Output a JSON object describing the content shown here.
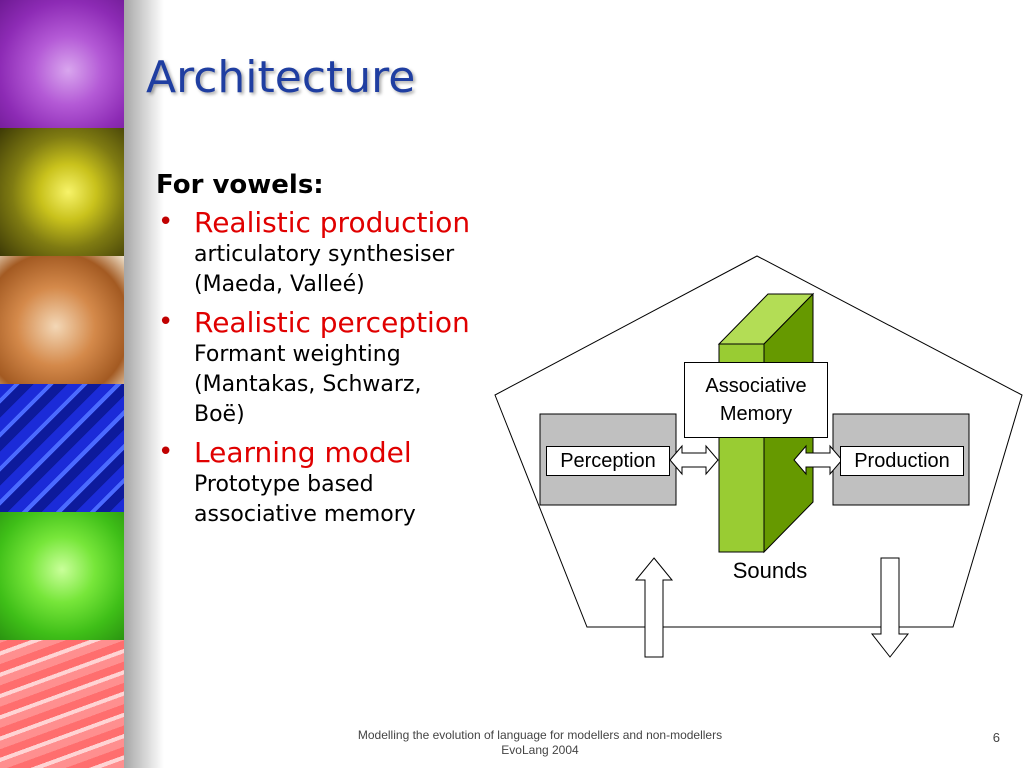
{
  "slide": {
    "title": "Architecture",
    "heading": "For vowels:",
    "bullets": [
      {
        "main": "Realistic production",
        "sub1": "articulatory synthesiser",
        "sub2": "(Maeda, Valleé)",
        "sub3": ""
      },
      {
        "main": "Realistic perception",
        "sub1": "Formant weighting",
        "sub2": "(Mantakas, Schwarz,",
        "sub3": "Boë)"
      },
      {
        "main": "Learning model",
        "sub1": "Prototype based",
        "sub2": "associative memory",
        "sub3": ""
      }
    ]
  },
  "diagram": {
    "memory_line1": "Associative",
    "memory_line2": "Memory",
    "perception": "Perception",
    "production": "Production",
    "sounds": "Sounds",
    "colors": {
      "slab_front": "#99cc33",
      "slab_side": "#669900",
      "slab_top": "#b3dd55",
      "box_fill": "#c0c0c0"
    }
  },
  "footer": {
    "line1": "Modelling the evolution of language for modellers and non-modellers",
    "line2": "EvoLang 2004",
    "page": "6"
  },
  "colors": {
    "title": "#1f3ea1",
    "bullet_main": "#e00000"
  }
}
